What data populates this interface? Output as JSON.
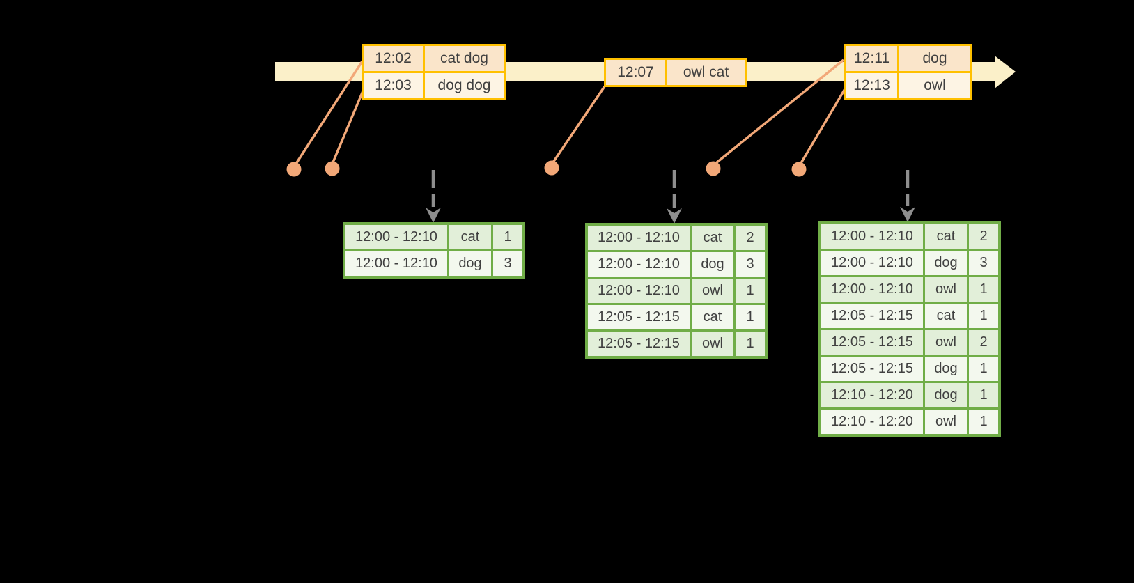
{
  "colors": {
    "background": "#000000",
    "timeline_fill": "#FBF0C9",
    "event_border": "#FFC000",
    "event_row_peach": "#FAE5CA",
    "event_row_cream": "#FDF4E4",
    "event_text": "#3F3F3F",
    "marker_orange": "#F2A878",
    "trigger_gray": "#8E8E8E",
    "table_border": "#70AD47",
    "table_row_green": "#E2EFD9",
    "table_row_light": "#F3F8EE",
    "table_text": "#404040"
  },
  "event_boxes": [
    {
      "rows": [
        {
          "time": "12:02",
          "words": "cat dog"
        },
        {
          "time": "12:03",
          "words": "dog dog"
        }
      ]
    },
    {
      "rows": [
        {
          "time": "12:07",
          "words": "owl cat"
        }
      ]
    },
    {
      "rows": [
        {
          "time": "12:11",
          "words": "dog"
        },
        {
          "time": "12:13",
          "words": "owl"
        }
      ]
    }
  ],
  "result_tables": [
    {
      "rows": [
        {
          "window": "12:00 - 12:10",
          "word": "cat",
          "count": "1"
        },
        {
          "window": "12:00 - 12:10",
          "word": "dog",
          "count": "3"
        }
      ]
    },
    {
      "rows": [
        {
          "window": "12:00 - 12:10",
          "word": "cat",
          "count": "2"
        },
        {
          "window": "12:00 - 12:10",
          "word": "dog",
          "count": "3"
        },
        {
          "window": "12:00 - 12:10",
          "word": "owl",
          "count": "1"
        },
        {
          "window": "12:05 - 12:15",
          "word": "cat",
          "count": "1"
        },
        {
          "window": "12:05 - 12:15",
          "word": "owl",
          "count": "1"
        }
      ]
    },
    {
      "rows": [
        {
          "window": "12:00 - 12:10",
          "word": "cat",
          "count": "2"
        },
        {
          "window": "12:00 - 12:10",
          "word": "dog",
          "count": "3"
        },
        {
          "window": "12:00 - 12:10",
          "word": "owl",
          "count": "1"
        },
        {
          "window": "12:05 - 12:15",
          "word": "cat",
          "count": "1"
        },
        {
          "window": "12:05 - 12:15",
          "word": "owl",
          "count": "2"
        },
        {
          "window": "12:05 - 12:15",
          "word": "dog",
          "count": "1"
        },
        {
          "window": "12:10 - 12:20",
          "word": "dog",
          "count": "1"
        },
        {
          "window": "12:10 - 12:20",
          "word": "owl",
          "count": "1"
        }
      ]
    }
  ]
}
